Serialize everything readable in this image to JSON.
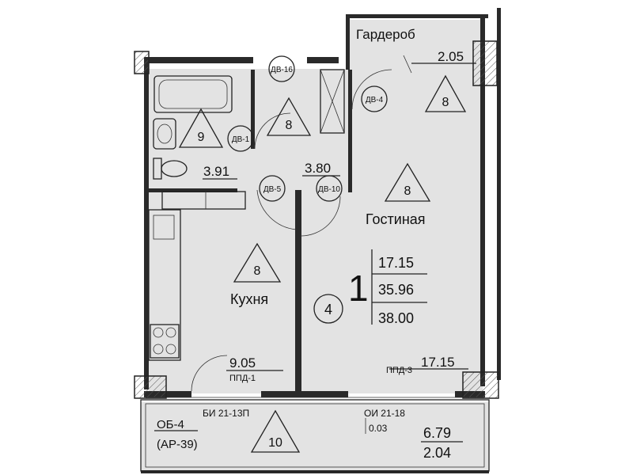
{
  "rooms": {
    "wardrobe": {
      "name": "Гардероб",
      "area": "2.05",
      "marker": "8"
    },
    "bathroom": {
      "area": "3.91",
      "marker": "9"
    },
    "hall": {
      "area": "3.80",
      "marker": "8"
    },
    "living": {
      "name": "Гостиная",
      "marker": "8"
    },
    "kitchen": {
      "name": "Кухня",
      "area": "9.05",
      "marker": "8"
    },
    "balcony": {
      "area_top": "6.79",
      "area_bottom": "2.04",
      "marker": "10"
    }
  },
  "doors": {
    "dv16": "ДВ-16",
    "dv4": "ДВ-4",
    "dv1": "ДВ-1",
    "dv5": "ДВ-5",
    "dv10": "ДВ-10"
  },
  "apartment": {
    "number": "1",
    "circle": "4",
    "living_area": "17.15",
    "total_area": "35.96",
    "area_with_balcony": "38.00"
  },
  "labels": {
    "ppd1": "ППД-1",
    "ppd3": "ППД-3",
    "ppd3_value": "17.15",
    "bi": "БИ 21-13П",
    "oi": "ОИ 21-18",
    "oi_value": "0.03",
    "ob": "ОБ-4",
    "ar": "(АР-39)"
  }
}
